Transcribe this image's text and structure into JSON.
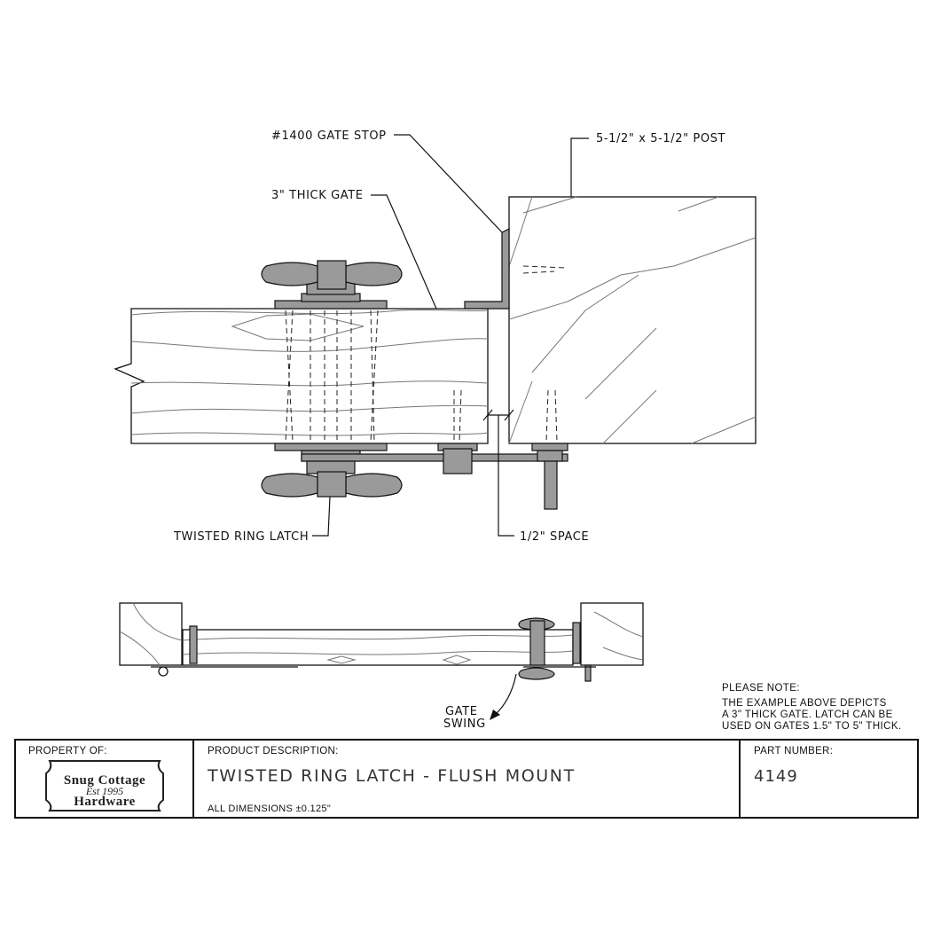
{
  "labels": {
    "gate_stop": "#1400 GATE STOP",
    "post": "5-1/2\" x 5-1/2\" POST",
    "thick_gate": "3\" THICK GATE",
    "latch": "TWISTED RING LATCH",
    "space": "1/2\" SPACE",
    "gate_swing_1": "GATE",
    "gate_swing_2": "SWING"
  },
  "note": {
    "heading": "PLEASE NOTE:",
    "line1": "THE EXAMPLE ABOVE DEPICTS",
    "line2": "A 3\" THICK GATE. LATCH CAN BE",
    "line3": "USED ON GATES 1.5\" TO 5\" THICK."
  },
  "title_block": {
    "property_label": "PROPERTY OF:",
    "logo_line1": "Snug Cottage",
    "logo_line2": "Est 1995",
    "logo_line3": "Hardware",
    "product_label": "PRODUCT DESCRIPTION:",
    "product_name": "TWISTED RING LATCH - FLUSH MOUNT",
    "dimensions": "ALL DIMENSIONS ±0.125\"",
    "part_label": "PART NUMBER:",
    "part_number": "4149"
  }
}
